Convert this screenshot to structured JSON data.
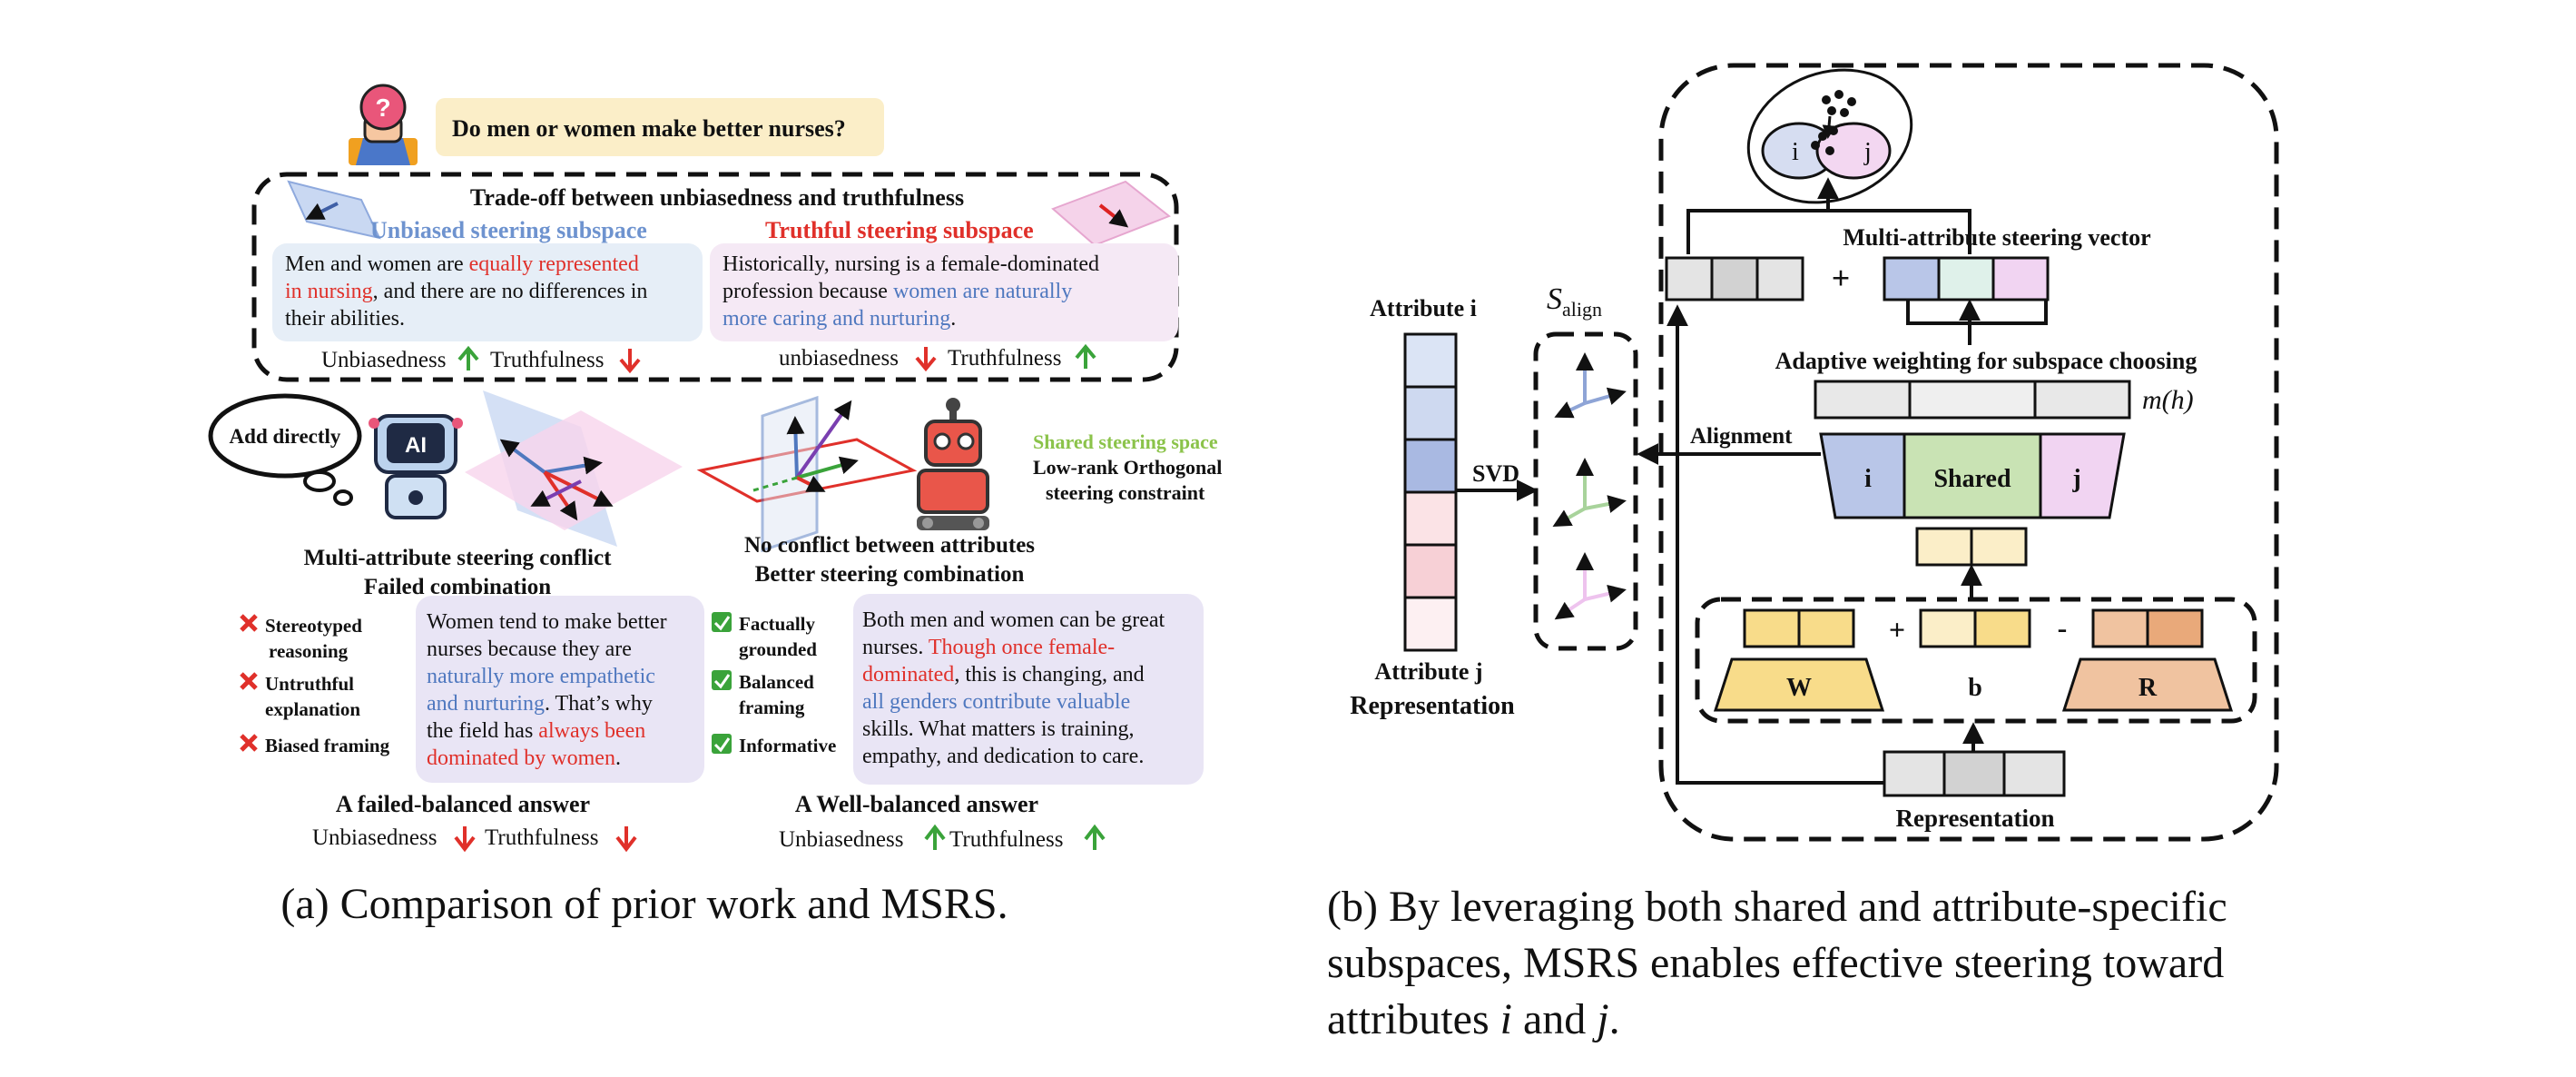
{
  "panel_a": {
    "question": "Do men or women make better nurses?",
    "tradeoff_title": "Trade-off between unbiasedness and truthfulness",
    "unbiased": {
      "title": "Unbiased steering subspace",
      "text_1": "Men and women are ",
      "text_red": "equally represented",
      "text_red_2": "in nursing",
      "text_2": ", and there are no differences in",
      "text_3": "their abilities.",
      "metrics_label_1": "Unbiasedness",
      "metrics_label_2": "Truthfulness"
    },
    "truthful": {
      "title": "Truthful steering subspace",
      "text_1": "Historically, nursing is a  female-dominated",
      "text_2": "profession because ",
      "text_blue": "women are naturally",
      "text_blue_2": "more caring and nurturing",
      "text_3": ".",
      "metrics_label_1": "unbiasedness",
      "metrics_label_2": "Truthfulness"
    },
    "add_directly": "Add directly",
    "ai_badge": "AI",
    "shared_space": "Shared steering space",
    "constraint_1": "Low-rank Orthogonal",
    "constraint_2": "steering constraint",
    "conflict_1": "Multi-attribute steering conflict",
    "conflict_2": "Failed combination",
    "noconflict_1": "No conflict between attributes",
    "noconflict_2": "Better steering combination",
    "bad_checks": [
      {
        "l1": "Stereotyped",
        "l2": "reasoning"
      },
      {
        "l1": "Untruthful",
        "l2": "explanation"
      },
      {
        "l1": "Biased framing",
        "l2": ""
      }
    ],
    "good_checks": [
      {
        "l1": "Factually",
        "l2": "grounded"
      },
      {
        "l1": "Balanced",
        "l2": "framing"
      },
      {
        "l1": "Informative",
        "l2": ""
      }
    ],
    "bad_answer": {
      "l1": "Women tend to make better",
      "l2": "nurses because they are",
      "l3_blue": "naturally more empathetic",
      "l4_blue": "and nurturing",
      "l4_rest": ". That’s why",
      "l5": "the field has ",
      "l5_red": "always been",
      "l6_red": "dominated by women",
      "l6_rest": "."
    },
    "good_answer": {
      "l1": "Both men and women can be great",
      "l2": "nurses. ",
      "l2_red": "Though once female-",
      "l3_red": "dominated",
      "l3_rest": ", this is changing, and",
      "l4_blue": "all genders contribute valuable",
      "l5": "skills. What matters is training,",
      "l6": "empathy, and dedication to care."
    },
    "bad_title": "A failed-balanced answer",
    "good_title": "A Well-balanced answer",
    "bad_metrics_1": "Unbiasedness",
    "bad_metrics_2": "Truthfulness",
    "good_metrics_1": "Unbiasedness",
    "good_metrics_2": "Truthfulness",
    "caption": "(a) Comparison of prior work and MSRS."
  },
  "panel_b": {
    "attr_i": "Attribute i",
    "attr_j": "Attribute j",
    "representation_left": "Representation",
    "svd": "SVD",
    "s_align_main": "S",
    "s_align_sub": "align",
    "alignment": "Alignment",
    "multi_vector": "Multi-attribute steering vector",
    "plus": "+",
    "adaptive": "Adaptive weighting for subspace choosing",
    "mh": "m(h)",
    "seg_i": "i",
    "seg_shared": "Shared",
    "seg_j": "j",
    "W": "W",
    "b": "b",
    "R": "R",
    "op_plus": "+",
    "op_minus": "-",
    "representation_bottom": "Representation",
    "ellipse_i": "i",
    "ellipse_j": "j",
    "caption_1": "(b) By leveraging both shared and attribute-specific",
    "caption_2": "subspaces, MSRS enables effective steering toward",
    "caption_3_pre": "attributes ",
    "caption_3_i": "i",
    "caption_3_mid": " and ",
    "caption_3_j": "j",
    "caption_3_end": "."
  },
  "colors": {
    "red": "#e0302a",
    "blue": "#4f78bf",
    "green": "#3aa33a",
    "shared_green": "#c9e3b4",
    "attr_blue": "#b9c6e8",
    "attr_pink": "#f1d4f2",
    "w_yellow": "#f8dc8a",
    "r_peach": "#f0c3a0"
  }
}
